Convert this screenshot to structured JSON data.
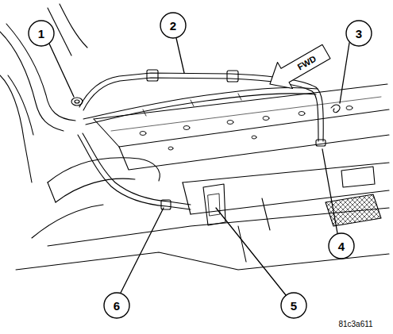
{
  "diagram": {
    "labels": [
      "1",
      "2",
      "3",
      "4",
      "5",
      "6",
      "FWD",
      "81c3a611"
    ]
  }
}
